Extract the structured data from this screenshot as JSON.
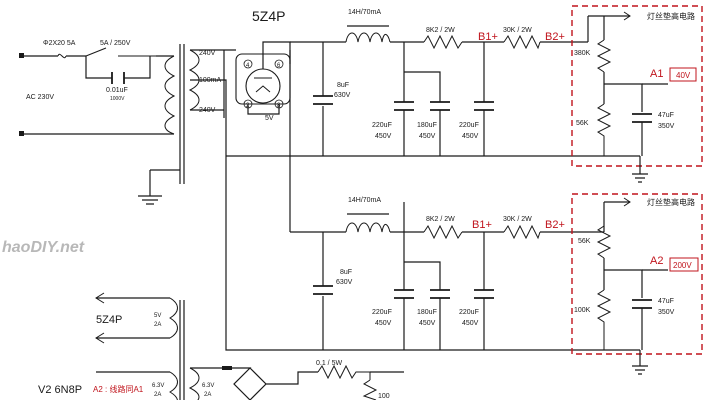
{
  "title": "5Z4P",
  "mains": {
    "fuse": "Φ2X20 5A",
    "switch": "5A / 250V",
    "cap": "0.01uF",
    "cap_v": "1000V",
    "input": "AC 230V"
  },
  "transformer": {
    "sec_top": "240V",
    "sec_mid": "100mA",
    "sec_bot": "240V"
  },
  "tube": {
    "pins": [
      "4",
      "6",
      "2",
      "8"
    ],
    "heater": "5V"
  },
  "upper": {
    "choke": "14H/70mA",
    "cap_in": "8uF",
    "cap_in_v": "630V",
    "r1": "8K2 / 2W",
    "r2": "30K / 2W",
    "b1": "B1+",
    "b2": "B2+",
    "c1": "220uF",
    "c1_v": "450V",
    "c2": "180uF",
    "c2_v": "450V",
    "c3": "220uF",
    "c3_v": "450V",
    "divider_top": "380K",
    "divider_bot": "56K",
    "out_cap": "47uF",
    "out_cap_v": "350V",
    "heater_label": "灯丝垫高电路",
    "node": "A1",
    "volt": "40V"
  },
  "lower": {
    "choke": "14H/70mA",
    "cap_in": "8uF",
    "cap_in_v": "630V",
    "r1": "8K2 / 2W",
    "r2": "30K / 2W",
    "b1": "B1+",
    "b2": "B2+",
    "c1": "220uF",
    "c1_v": "450V",
    "c2": "180uF",
    "c2_v": "450V",
    "c3": "220uF",
    "c3_v": "450V",
    "divider_top": "56K",
    "divider_bot": "100K",
    "out_cap": "47uF",
    "out_cap_v": "350V",
    "heater_label": "灯丝垫高电路",
    "node": "A2",
    "volt": "200V"
  },
  "heaters": {
    "label1": "5Z4P",
    "w1": "5V",
    "a1": "2A",
    "label2": "V2 6N8P",
    "note": "A2 : 线路同A1",
    "w2": "6.3V",
    "a2": "2A",
    "w3": "6.3V",
    "a3": "2A",
    "r": "0.1 / 5W",
    "r2": "100"
  },
  "watermark": "haoDIY.net"
}
